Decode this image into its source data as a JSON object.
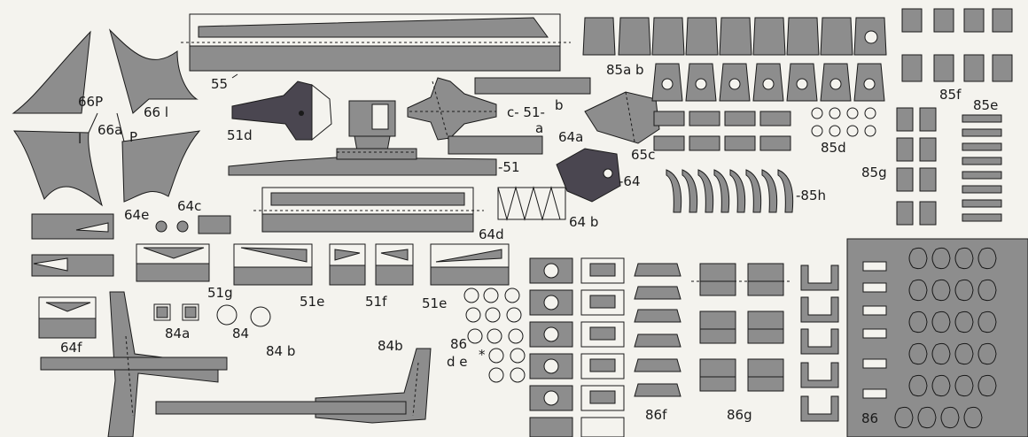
{
  "sheet": {
    "colors": {
      "paper": "#f4f3ee",
      "grey": "#8d8d8d",
      "dark": "#4a4650",
      "ink": "#1a1a1a"
    },
    "labels": {
      "p66p": "66P",
      "p66l": "66 l",
      "p66a": "66a",
      "l": "l",
      "p": "P",
      "p55": "55",
      "p51d": "51d",
      "c51b": "c- 51-",
      "b": "b",
      "a": "a",
      "p51": "-51",
      "p64a": "64a",
      "p65c": "65c",
      "p64": "-64",
      "p85ab": "85a b",
      "p85f": "85f",
      "p85e": "85e",
      "p85d": "85d",
      "p85g": "85g",
      "p85h": "-85h",
      "p64b": "64 b",
      "p64d": "64d",
      "p64e": "64e",
      "p64c": "64c",
      "p51g": "51g",
      "p51e1": "51e",
      "p51f": "51f",
      "p51e2": "51e",
      "p64f": "64f",
      "p84a": "84a",
      "p84": "84",
      "p84b1": "84 b",
      "p84b2": "84b",
      "p86": "86",
      "p86de": "d e",
      "star": "*",
      "p86f": "86f",
      "p86g": "86g",
      "p86r": "86"
    }
  }
}
